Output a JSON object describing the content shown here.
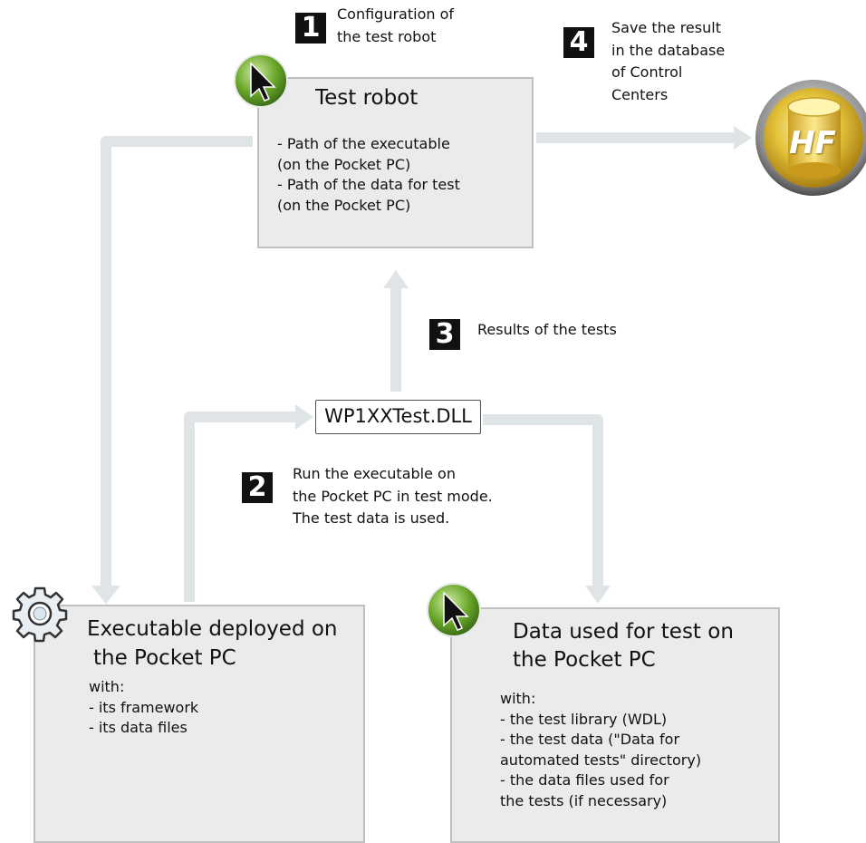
{
  "diagram": {
    "test_robot": {
      "title": "Test robot",
      "lines": [
        "- Path of the executable",
        "(on the Pocket PC)",
        "- Path of the data for test",
        "(on the Pocket PC)"
      ]
    },
    "executable": {
      "title_lines": [
        "Executable deployed on",
        "the Pocket PC"
      ],
      "lines": [
        "with:",
        "- its framework",
        "- its data files"
      ]
    },
    "data_box": {
      "title_lines": [
        "Data used for test on",
        "the Pocket PC"
      ],
      "lines": [
        "with:",
        "- the test library (WDL)",
        "- the test data (\"Data for",
        "automated tests\" directory)",
        "- the data files used for",
        "the tests (if necessary)"
      ]
    },
    "dll_label": "WP1XXTest.DLL",
    "database_logo_text": "HF",
    "steps": [
      {
        "number": "1",
        "lines": [
          "Configuration of",
          "the test robot"
        ]
      },
      {
        "number": "2",
        "lines": [
          "Run the executable on",
          "the Pocket PC in test mode.",
          "The test data is used."
        ]
      },
      {
        "number": "3",
        "lines": [
          "Results of the tests"
        ]
      },
      {
        "number": "4",
        "lines": [
          "Save the result",
          "in the database",
          "of Control",
          "Centers"
        ]
      }
    ],
    "colors": {
      "box_fill": "#ebebeb",
      "box_border": "#bfbfbf",
      "arrow": "#dfe5e6",
      "badge": "#111111"
    },
    "icons": [
      "cursor-green-icon",
      "gear-icon",
      "database-hf-icon"
    ]
  }
}
